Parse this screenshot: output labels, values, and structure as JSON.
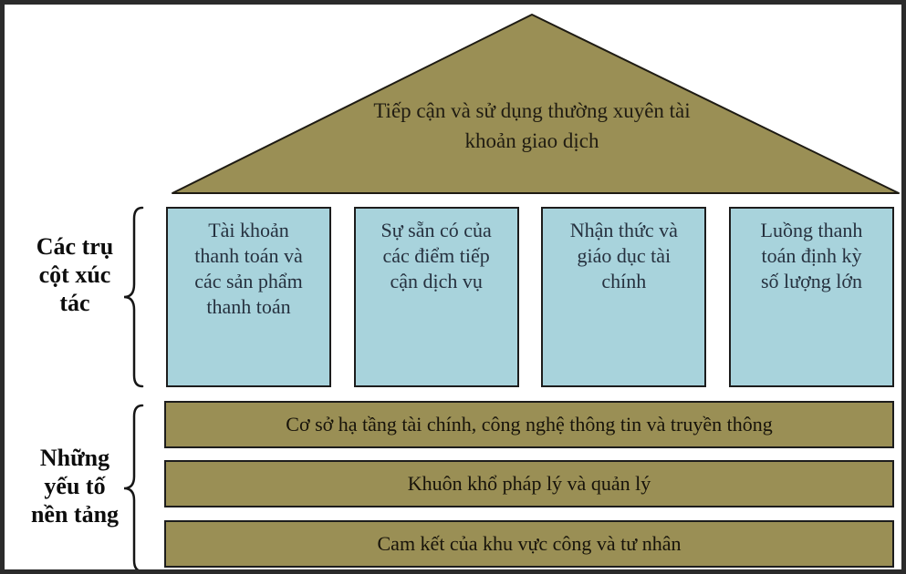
{
  "roof": {
    "label": "Tiếp cận và sử dụng thường xuyên tài\nkhoản giao dịch"
  },
  "left_labels": {
    "pillars": "Các trụ\ncột xúc\ntác",
    "foundation": "Những\nyếu tố\nnền tảng"
  },
  "pillars": [
    {
      "label": "Tài khoản\nthanh toán và\ncác sản phẩm\nthanh toán"
    },
    {
      "label": "Sự sẵn có của\ncác điểm tiếp\ncận dịch vụ"
    },
    {
      "label": "Nhận thức và\ngiáo dục tài\nchính"
    },
    {
      "label": "Luồng thanh\ntoán định kỳ\nsố lượng lớn"
    }
  ],
  "foundations": [
    {
      "label": "Cơ sở hạ tầng tài chính, công nghệ thông tin và truyền thông"
    },
    {
      "label": "Khuôn khổ pháp lý và quản lý"
    },
    {
      "label": "Cam kết của khu vực công và tư nhân"
    }
  ],
  "colors": {
    "roof_and_bars": "#9a8f55",
    "pillar_blue": "#a8d3dc",
    "box_border": "#1d1d1d",
    "outer_frame": "#2b2b2b"
  }
}
